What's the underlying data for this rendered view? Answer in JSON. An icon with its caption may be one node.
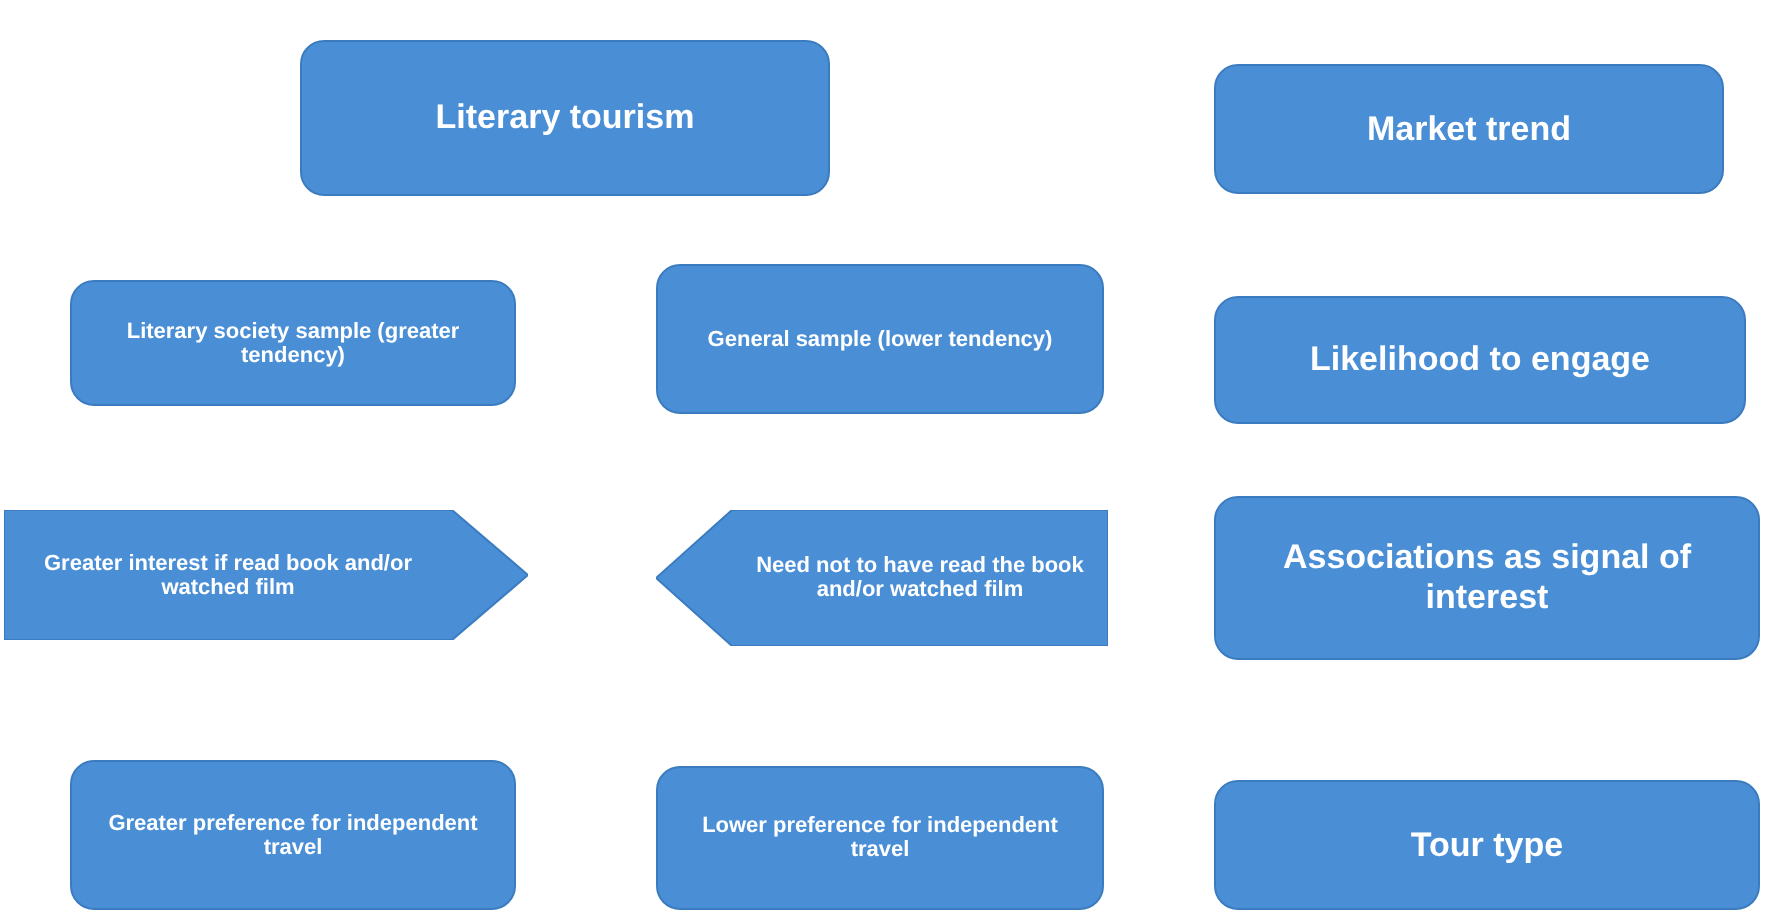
{
  "diagram": {
    "nodes": [
      {
        "text": [
          "Literary tourism"
        ]
      },
      {
        "text": [
          "Market trend"
        ]
      },
      {
        "text": [
          "Literary society sample (greater tendency)"
        ]
      },
      {
        "text": [
          "General sample (lower tendency)"
        ]
      },
      {
        "text": [
          "Likelihood to engage"
        ]
      },
      {
        "text": [
          "Greater interest if read book and/or watched film"
        ]
      },
      {
        "text": [
          "Need not to have read the book and/or watched film"
        ]
      },
      {
        "text": [
          "Associations as signal of interest"
        ]
      },
      {
        "text": [
          "Greater preference for independent travel"
        ]
      },
      {
        "text": [
          "Lower preference for independent travel"
        ]
      },
      {
        "text": [
          "Tour type"
        ]
      }
    ]
  }
}
